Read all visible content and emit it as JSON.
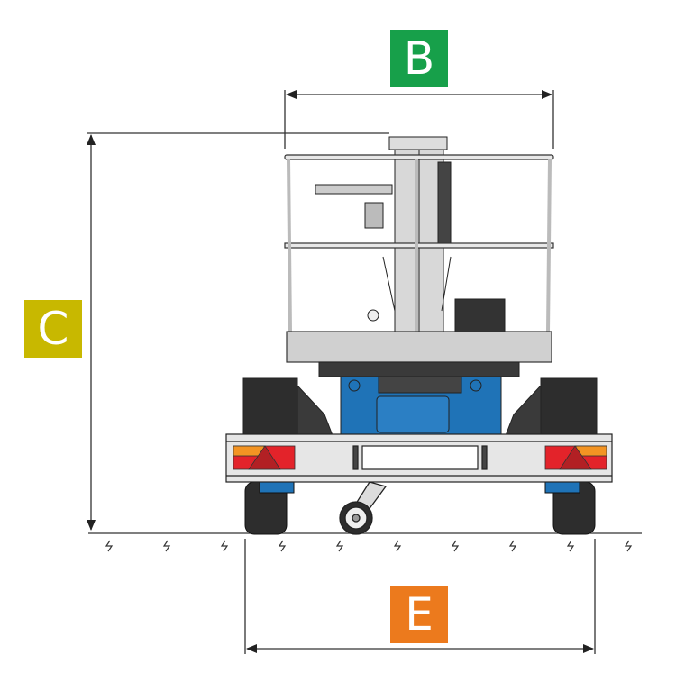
{
  "dimensions": {
    "width_label": "B",
    "height_label": "C",
    "track_label": "E"
  },
  "colors": {
    "B": "#17a04a",
    "C": "#c8b800",
    "E": "#ec7a1d",
    "chassis_blue": "#1f73b7",
    "light_red": "#e3232a",
    "light_orange": "#f39423"
  }
}
